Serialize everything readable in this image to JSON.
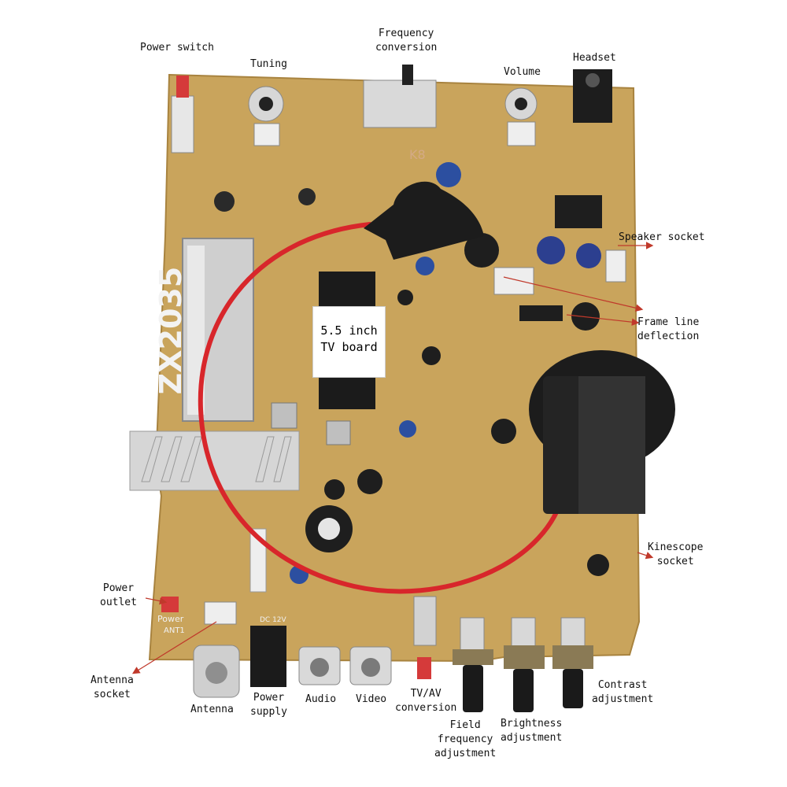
{
  "board": {
    "model": "ZX2035",
    "center_label": [
      "5.5 inch",
      "TV board"
    ],
    "colors": {
      "pcb": "#c9a45c",
      "pcb_dark": "#a8833f",
      "wire": "#d8262b",
      "yoke": "#1b1b1b"
    }
  },
  "labels": {
    "power_switch": [
      "Power switch"
    ],
    "tuning": [
      "Tuning"
    ],
    "frequency_conversion": [
      "Frequency",
      "conversion"
    ],
    "volume": [
      "Volume"
    ],
    "headset": [
      "Headset"
    ],
    "speaker_socket": [
      "Speaker socket"
    ],
    "frame_line_deflection": [
      "Frame line",
      "deflection"
    ],
    "kinescope_socket": [
      "Kinescope",
      "socket"
    ],
    "power_outlet": [
      "Power",
      "outlet"
    ],
    "antenna_socket": [
      "Antenna",
      "socket"
    ],
    "antenna": [
      "Antenna"
    ],
    "power_supply": [
      "Power",
      "supply"
    ],
    "audio": [
      "Audio"
    ],
    "video": [
      "Video"
    ],
    "tv_av_conversion": [
      "TV/AV",
      "conversion"
    ],
    "field_frequency_adjustment": [
      "Field",
      "frequency",
      "adjustment"
    ],
    "brightness_adjustment": [
      "Brightness",
      "adjustment"
    ],
    "contrast_adjustment": [
      "Contrast",
      "adjustment"
    ]
  },
  "silkscreen": {
    "power": "Power",
    "ant": "ANT1",
    "dc": "DC 12V",
    "k8": "K8"
  }
}
